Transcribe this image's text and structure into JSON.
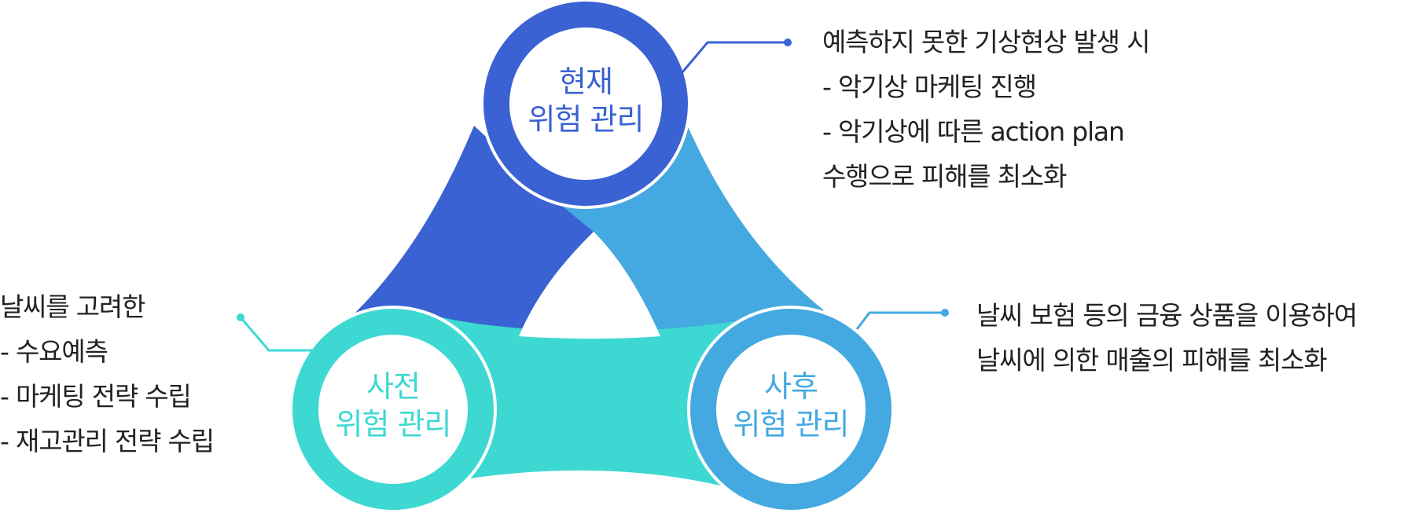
{
  "colors": {
    "current": "#3a62d2",
    "pre": "#3ed8d2",
    "post": "#44a9e0",
    "text": "#222222"
  },
  "nodes": {
    "current": {
      "line1": "현재",
      "line2": "위험 관리"
    },
    "pre": {
      "line1": "사전",
      "line2": "위험 관리"
    },
    "post": {
      "line1": "사후",
      "line2": "위험 관리"
    }
  },
  "descriptions": {
    "current": [
      "예측하지 못한 기상현상 발생 시",
      "- 악기상 마케팅 진행",
      "- 악기상에 따른 action plan",
      "수행으로 피해를 최소화"
    ],
    "pre": [
      "날씨를 고려한",
      "- 수요예측",
      "- 마케팅 전략 수립",
      "- 재고관리 전략 수립"
    ],
    "post": [
      "날씨 보험 등의 금융 상품을  이용하여",
      "날씨에 의한 매출의  피해를 최소화"
    ]
  }
}
